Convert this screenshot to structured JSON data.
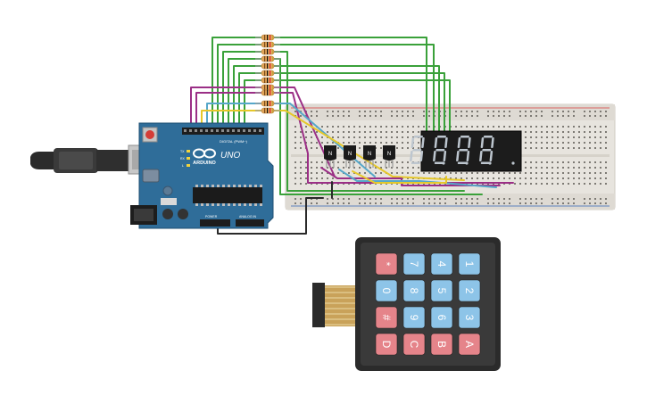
{
  "arduino": {
    "brand": "ARDUINO",
    "model": "UNO",
    "digital_label": "DIGITAL (PWM~)",
    "power_label": "POWER",
    "analog_label": "ANALOG IN",
    "tx_label": "TX",
    "rx_label": "RX",
    "l_label": "L"
  },
  "transistors": {
    "label": "N",
    "count": 4
  },
  "display": {
    "digits": [
      "8.",
      "8.",
      "8.",
      "8."
    ],
    "segment_color": "#bdc6cf"
  },
  "keypad": {
    "rows": [
      [
        {
          "label": "*",
          "type": "red"
        },
        {
          "label": "7",
          "type": "blue"
        },
        {
          "label": "4",
          "type": "blue"
        },
        {
          "label": "1",
          "type": "blue"
        }
      ],
      [
        {
          "label": "0",
          "type": "blue"
        },
        {
          "label": "8",
          "type": "blue"
        },
        {
          "label": "5",
          "type": "blue"
        },
        {
          "label": "2",
          "type": "blue"
        }
      ],
      [
        {
          "label": "#",
          "type": "red"
        },
        {
          "label": "9",
          "type": "blue"
        },
        {
          "label": "6",
          "type": "blue"
        },
        {
          "label": "3",
          "type": "blue"
        }
      ],
      [
        {
          "label": "D",
          "type": "red"
        },
        {
          "label": "C",
          "type": "red"
        },
        {
          "label": "B",
          "type": "red"
        },
        {
          "label": "A",
          "type": "red"
        }
      ]
    ]
  },
  "colors": {
    "board": "#2f6d99",
    "breadboard": "#e7e4de",
    "wire_green": "#3aa13a",
    "wire_purple": "#9b2f86",
    "wire_yellow": "#e6c82a",
    "wire_blue": "#56a7c9",
    "wire_black": "#2a2a2a",
    "key_blue": "#8dc4e8",
    "key_red": "#e5848a",
    "keypad_body": "#2b2b2b"
  }
}
